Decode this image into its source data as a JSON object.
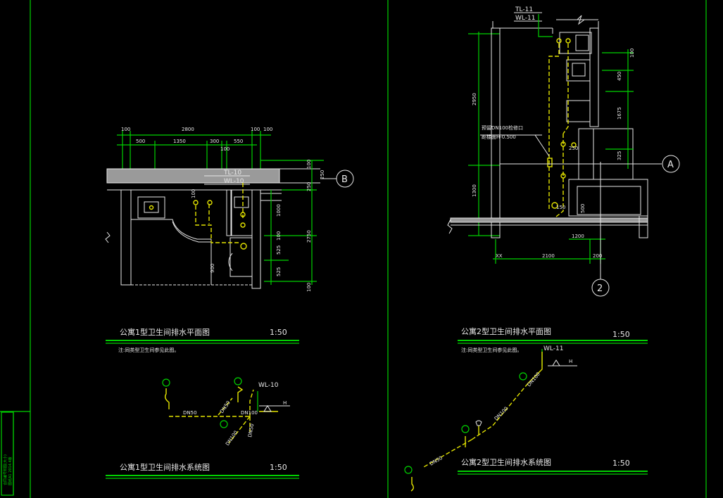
{
  "plan1": {
    "title": "公寓1型卫生间排水平面图",
    "scale": "1:50",
    "note": "注:同类型卫生间参见此图。",
    "grid_axis": "B",
    "pipe_labels": [
      "TL-10",
      "WL-10"
    ],
    "dims_top": [
      "100",
      "2800",
      "100",
      "100"
    ],
    "dims_second": [
      "500",
      "1350",
      "300",
      "100",
      "550"
    ],
    "dims_right": [
      "250",
      "250",
      "1000",
      "100",
      "525",
      "525",
      "100",
      "2750",
      "100"
    ],
    "dims_misc": [
      "100",
      "900"
    ]
  },
  "plan2": {
    "title": "公寓2型卫生间排水平面图",
    "scale": "1:50",
    "note": "注:同类型卫生间参见此图。",
    "grid_axis_right": "A",
    "grid_axis_bottom": "2",
    "pipe_labels": [
      "TL-11",
      "WL-11"
    ],
    "annotation": [
      "预留DN100检修口",
      "距楼面H-0.500"
    ],
    "dims_left": [
      "2950",
      "1300"
    ],
    "dims_right": [
      "100",
      "450",
      "1675",
      "325",
      "250"
    ],
    "dims_bottom": [
      "2100",
      "200",
      "1200"
    ],
    "dims_misc": [
      "150",
      "500"
    ]
  },
  "system1": {
    "title": "公寓1型卫生间排水系统图",
    "scale": "1:50",
    "pipe_label": "WL-10",
    "level_label": "H",
    "pipe_sizes": [
      "DN50",
      "DN50",
      "DN100",
      "DN100",
      "DN50"
    ]
  },
  "system2": {
    "title": "公寓2型卫生间排水系统图",
    "scale": "1:50",
    "pipe_label": "WL-11",
    "level_label": "H",
    "pipe_sizes": [
      "DN100",
      "DN100",
      "DN50"
    ]
  },
  "side_stamp": [
    "合同编号附图(大小)",
    "图纸A1 2014.4版"
  ],
  "colors": {
    "background": "#000000",
    "border": "#00d200",
    "walls": "#e8e8e8",
    "pipes": "#e5e500",
    "text": "#e8e8e8"
  }
}
